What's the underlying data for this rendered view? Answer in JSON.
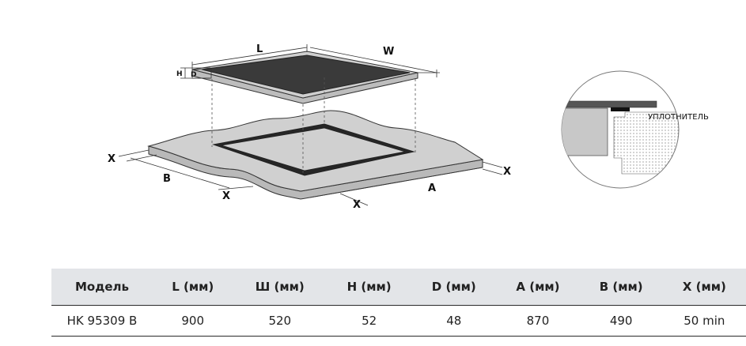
{
  "diagram": {
    "labels": {
      "length": "L",
      "width": "W",
      "height": "H",
      "depth": "D",
      "cutout_a": "A",
      "cutout_b": "B",
      "clearance_x": "X",
      "seal": "УПЛОТНИТЕЛЬ"
    },
    "colors": {
      "glass": "#3a3a3a",
      "frame": "#cfcfcf",
      "worktop": "#d0d0d0",
      "outline": "#333333"
    }
  },
  "table": {
    "headers": [
      "Модель",
      "L (мм)",
      "Ш (мм)",
      "H (мм)",
      "D (мм)",
      "A (мм)",
      "B (мм)",
      "X (мм)"
    ],
    "rows": [
      [
        "HK 95309 B",
        "900",
        "520",
        "52",
        "48",
        "870",
        "490",
        "50 min"
      ]
    ],
    "colors": {
      "header_bg": "#e3e5e8"
    }
  }
}
